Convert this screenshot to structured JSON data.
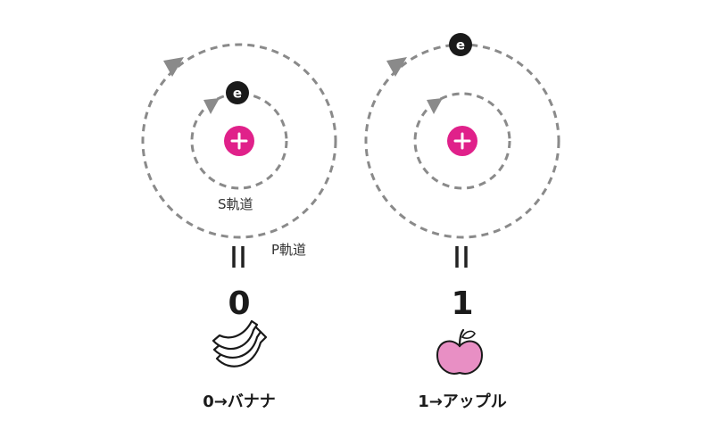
{
  "atoms": [
    {
      "electron_label": "e",
      "inner_orbit_label": "S軌道",
      "outer_orbit_label": "P軌道",
      "equals": "=",
      "digit": "0",
      "icon": "banana-icon",
      "caption": "0→バナナ"
    },
    {
      "electron_label": "e",
      "equals": "=",
      "digit": "1",
      "icon": "apple-icon",
      "caption": "1→アップル"
    }
  ],
  "colors": {
    "nucleus": "#e0218a",
    "orbit": "#8a8a8a",
    "electron": "#1a1a1a",
    "apple": "#e88fc4"
  }
}
